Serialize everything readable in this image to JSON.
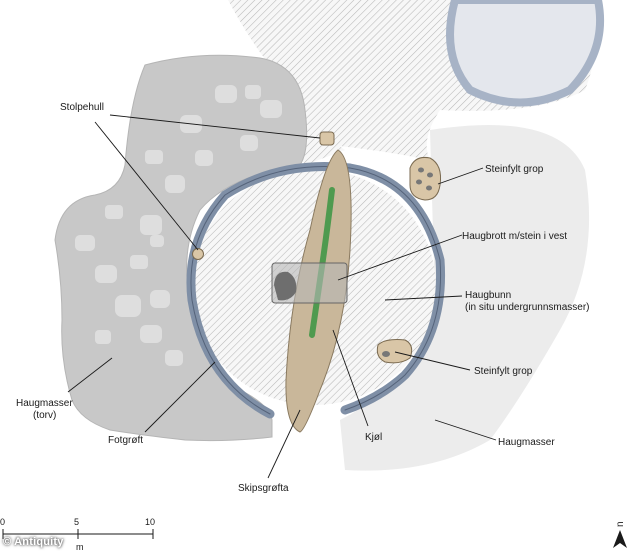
{
  "labels": {
    "stolpehull": "Stolpehull",
    "steinfylt_grop_1": "Steinfylt grop",
    "haugbrott": "Haugbrott m/stein i vest",
    "haugbunn_1": "Haugbunn",
    "haugbunn_2": "(in situ undergrunnsmasser)",
    "steinfylt_grop_2": "Steinfylt grop",
    "haugmasser_torv_1": "Haugmasser",
    "haugmasser_torv_2": "(torv)",
    "fotgroft": "Fotgrøft",
    "kjol": "Kjøl",
    "haugmasser": "Haugmasser",
    "skipsgrofta": "Skipsgrøfta"
  },
  "scale": {
    "tick_0": "0",
    "tick_5": "5",
    "tick_10": "10",
    "unit": "m"
  },
  "north": "n",
  "credit": "© Antiquity",
  "colors": {
    "turf_gray": "#c8c8c8",
    "light_gray": "#ececec",
    "ring_blue": "#7f8fa6",
    "ship_tan": "#c9b79a",
    "keel_green": "#4f9a4f",
    "dark_gray": "#6e6e6e"
  }
}
